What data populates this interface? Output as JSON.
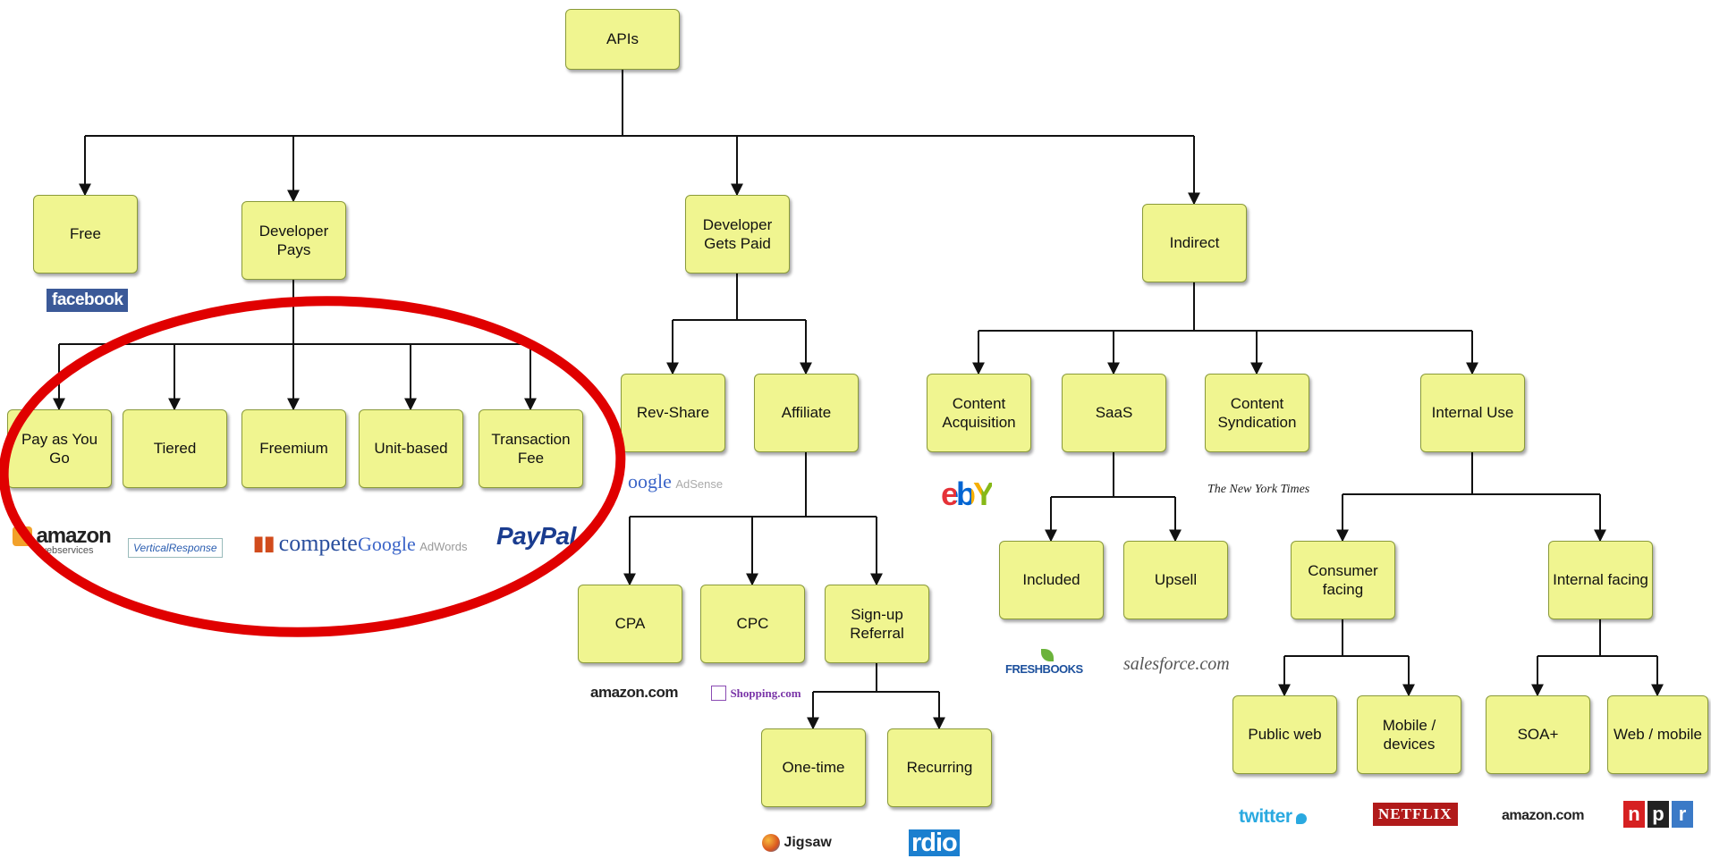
{
  "diagram": {
    "root": "APIs",
    "level1": {
      "free": "Free",
      "developer_pays": "Developer\nPays",
      "developer_gets_paid": "Developer\nGets Paid",
      "indirect": "Indirect"
    },
    "developer_pays_children": {
      "pay_as_you_go": "Pay as You\nGo",
      "tiered": "Tiered",
      "freemium": "Freemium",
      "unit_based": "Unit-based",
      "transaction_fee": "Transaction\nFee"
    },
    "developer_gets_paid_children": {
      "rev_share": "Rev-Share",
      "affiliate": "Affiliate"
    },
    "affiliate_children": {
      "cpa": "CPA",
      "cpc": "CPC",
      "signup_referral": "Sign-up\nReferral"
    },
    "signup_referral_children": {
      "one_time": "One-time",
      "recurring": "Recurring"
    },
    "indirect_children": {
      "content_acquisition": "Content\nAcquisition",
      "saas": "SaaS",
      "content_syndication": "Content\nSyndication",
      "internal_use": "Internal Use"
    },
    "saas_children": {
      "included": "Included",
      "upsell": "Upsell"
    },
    "internal_use_children": {
      "consumer_facing": "Consumer\nfacing",
      "internal_facing": "Internal facing"
    },
    "consumer_facing_children": {
      "public_web": "Public web",
      "mobile_devices": "Mobile /\ndevices"
    },
    "internal_facing_children": {
      "soa": "SOA+",
      "web_mobile": "Web / mobile"
    }
  },
  "logos": {
    "facebook": "facebook",
    "amazon_ws": "amazon",
    "amazon_ws_sub": "webservices",
    "vertical_response": "VerticalResponse",
    "compete": "compete",
    "adwords_brand": "Google",
    "adwords_product": "AdWords",
    "paypal": "PayPal",
    "adsense_brand": "oogle",
    "adsense_product": "AdSense",
    "amazon_com": "amazon.com",
    "shopping": "Shopping.com",
    "jigsaw": "Jigsaw",
    "rdio": "rdio",
    "ebay": "ebY",
    "nyt": "The New York Times",
    "freshbooks": "FRESHBOOKS",
    "salesforce": "salesforce.com",
    "twitter": "twitter",
    "netflix": "NETFLIX",
    "amazon_com_2": "amazon.com",
    "npr_n": "n",
    "npr_p": "p",
    "npr_r": "r"
  },
  "colors": {
    "node_fill": "#f0f590",
    "node_border": "#8a9a3a",
    "connector": "#111111",
    "highlight_ellipse": "#e00000"
  }
}
